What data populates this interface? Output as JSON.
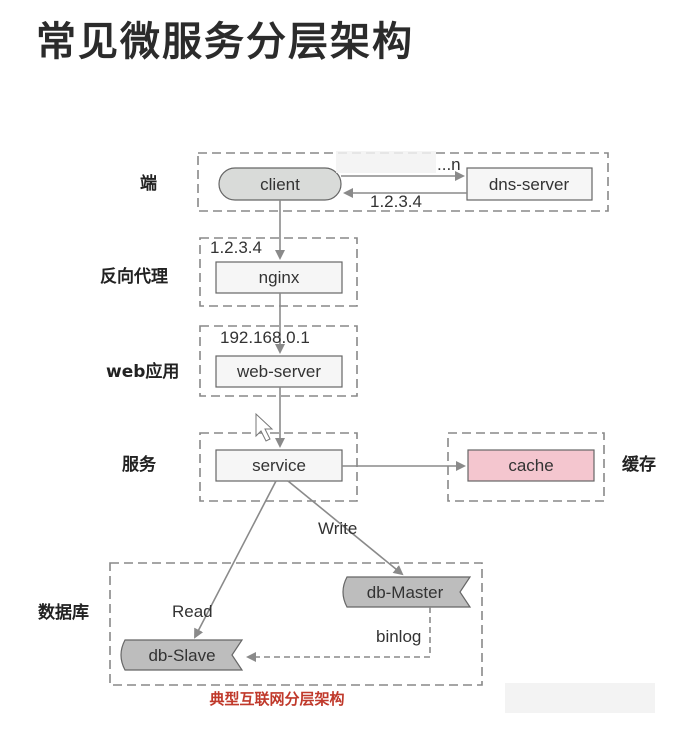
{
  "title": "常见微服务分层架构",
  "layers": {
    "client": "端",
    "proxy": "反向代理",
    "web": "web应用",
    "service": "服务",
    "database": "数据库",
    "cache": "缓存"
  },
  "nodes": {
    "client": "client",
    "dns_server": "dns-server",
    "nginx": "nginx",
    "web_server": "web-server",
    "service": "service",
    "cache": "cache",
    "db_master": "db-Master",
    "db_slave": "db-Slave"
  },
  "annotations": {
    "dns_query": "...n",
    "dns_reply_ip": "1.2.3.4",
    "nginx_ip": "1.2.3.4",
    "web_ip": "192.168.0.1",
    "write": "Write",
    "read": "Read",
    "binlog": "binlog"
  },
  "caption": "典型互联网分层架构",
  "colors": {
    "cache_fill": "#f4c6cf",
    "client_fill": "#d9dbd9",
    "db_fill": "#bdbdbd",
    "caption": "#c0392b"
  }
}
